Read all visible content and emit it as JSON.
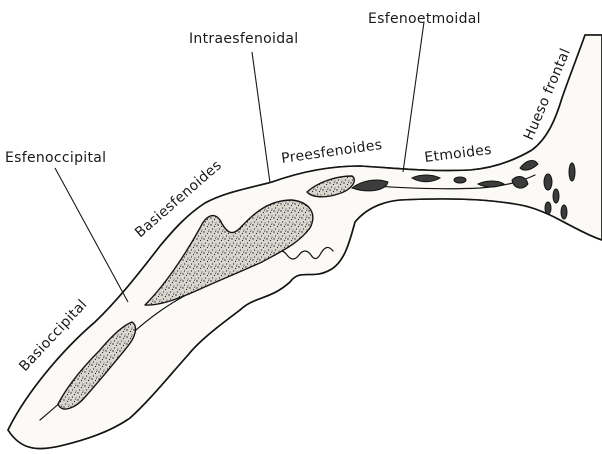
{
  "figure": {
    "labels": {
      "basioccipital": "Basioccipital",
      "esfenoccipital": "Esfenoccipital",
      "basiesfenoides": "Basiesfenoides",
      "intraesfenoidal": "Intraesfenoidal",
      "preesfenoides": "Preesfenoides",
      "esfenoetmoidal": "Esfenoetmoidal",
      "etmoides": "Etmoides",
      "hueso_frontal": "Hueso frontal"
    },
    "colors": {
      "ink": "#151515",
      "paper": "#ffffff",
      "bone_fill": "#fbfaf6"
    }
  }
}
